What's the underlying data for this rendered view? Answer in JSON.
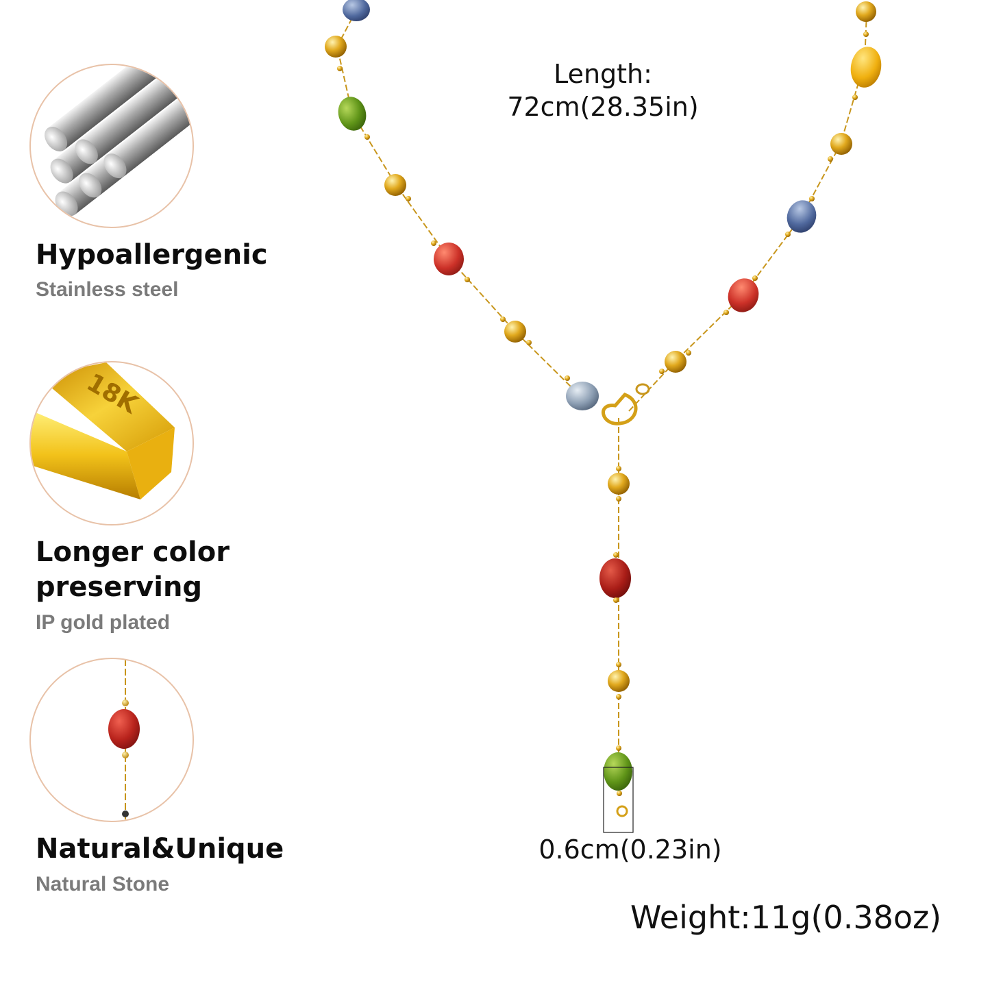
{
  "features": [
    {
      "icon": "steel-rods-icon",
      "title": "Hypoallergenic",
      "subtitle": "Stainless steel"
    },
    {
      "icon": "gold-bar-icon",
      "title_line1": "Longer color",
      "title_line2": "preserving",
      "subtitle": "IP gold plated",
      "bar_stamp": "18K"
    },
    {
      "icon": "stone-bead-icon",
      "title": "Natural&Unique",
      "subtitle": "Natural Stone"
    }
  ],
  "measurements": {
    "length_label": "Length:",
    "length_value": "72cm(28.35in)",
    "pendant_size": "0.6cm(0.23in)",
    "weight": "Weight:11g(0.38oz)"
  },
  "colors": {
    "circle_border": "#e8c2a8",
    "gold": "#d9a21c",
    "subtitle_gray": "#7a7a7a",
    "stone_red": "#c8302a",
    "stone_green": "#6a9a1c",
    "stone_blue": "#5a78a8",
    "stone_yellow": "#f0b418"
  }
}
